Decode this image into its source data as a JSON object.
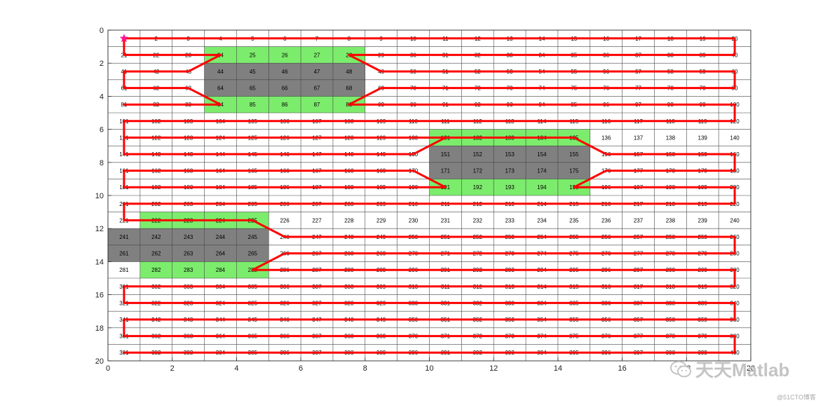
{
  "chart_data": {
    "type": "heatmap",
    "title": "",
    "xlabel": "",
    "ylabel": "",
    "grid_cols": 20,
    "grid_rows": 20,
    "xlim": [
      0,
      20
    ],
    "ylim": [
      0,
      20
    ],
    "y_reversed": true,
    "x_ticks": [
      0,
      2,
      4,
      6,
      8,
      10,
      12,
      14,
      16,
      18,
      20
    ],
    "y_ticks": [
      0,
      2,
      4,
      6,
      8,
      10,
      12,
      14,
      16,
      18,
      20
    ],
    "cell_numbering": "row-major from 1 at top-left to 400 at bottom-right",
    "obstacle_cells": [
      44,
      45,
      46,
      47,
      48,
      64,
      65,
      66,
      67,
      68,
      151,
      152,
      153,
      154,
      155,
      171,
      172,
      173,
      174,
      175,
      241,
      242,
      243,
      244,
      245,
      261,
      262,
      263,
      264,
      265
    ],
    "buffer_cells": [
      24,
      25,
      26,
      27,
      28,
      84,
      85,
      86,
      87,
      88,
      131,
      132,
      133,
      134,
      135,
      191,
      192,
      193,
      194,
      195,
      222,
      223,
      224,
      225,
      282,
      283,
      284,
      285
    ],
    "start_marker": {
      "x": 0.5,
      "y": 0.5,
      "symbol": "star"
    },
    "path": [
      [
        0.5,
        0.5
      ],
      [
        19.5,
        0.5
      ],
      [
        19.5,
        1.5
      ],
      [
        8.5,
        1.5
      ],
      [
        7.5,
        1.5
      ],
      [
        8.5,
        2.5
      ],
      [
        19.5,
        2.5
      ],
      [
        19.5,
        3.5
      ],
      [
        8.5,
        3.5
      ],
      [
        7.5,
        4.5
      ],
      [
        19.5,
        4.5
      ],
      [
        19.5,
        5.5
      ],
      [
        0.5,
        5.5
      ],
      [
        0.5,
        6.5
      ],
      [
        10.5,
        6.5
      ],
      [
        14.5,
        6.5
      ],
      [
        15.5,
        7.5
      ],
      [
        19.5,
        7.5
      ],
      [
        19.5,
        8.5
      ],
      [
        15.5,
        8.5
      ],
      [
        14.5,
        9.5
      ],
      [
        19.5,
        9.5
      ],
      [
        19.5,
        10.5
      ],
      [
        0.5,
        10.5
      ],
      [
        0.5,
        11.5
      ],
      [
        4.5,
        11.5
      ],
      [
        5.5,
        12.5
      ],
      [
        19.5,
        12.5
      ],
      [
        19.5,
        13.5
      ],
      [
        5.5,
        13.5
      ],
      [
        4.5,
        14.5
      ],
      [
        19.5,
        14.5
      ],
      [
        19.5,
        15.5
      ],
      [
        0.5,
        15.5
      ],
      [
        0.5,
        16.5
      ],
      [
        19.5,
        16.5
      ],
      [
        19.5,
        17.5
      ],
      [
        0.5,
        17.5
      ],
      [
        0.5,
        18.5
      ],
      [
        19.5,
        18.5
      ],
      [
        19.5,
        19.5
      ],
      [
        0.5,
        19.5
      ]
    ],
    "path2": [
      [
        0.5,
        0.5
      ],
      [
        0.5,
        1.5
      ],
      [
        3.5,
        1.5
      ],
      [
        2.5,
        2.5
      ],
      [
        0.5,
        2.5
      ],
      [
        0.5,
        3.5
      ],
      [
        2.5,
        3.5
      ],
      [
        3.5,
        4.5
      ],
      [
        0.5,
        4.5
      ]
    ],
    "path3": [
      [
        0.5,
        7.5
      ],
      [
        9.5,
        7.5
      ],
      [
        10.5,
        6.5
      ]
    ],
    "path4": [
      [
        0.5,
        8.5
      ],
      [
        9.5,
        8.5
      ],
      [
        10.5,
        9.5
      ],
      [
        0.5,
        9.5
      ]
    ],
    "path5": [
      [
        0.5,
        6.5
      ],
      [
        0.5,
        7.5
      ]
    ],
    "path6": [
      [
        0.5,
        8.5
      ],
      [
        0.5,
        9.5
      ]
    ],
    "colors": {
      "obstacle": "#808080",
      "buffer": "#7cec6c",
      "path": "#ff0000",
      "grid": "#444444",
      "start": "#ff1493"
    }
  },
  "watermark": {
    "main_text": "天天Matlab",
    "sub_text": "@51CTO博客"
  }
}
